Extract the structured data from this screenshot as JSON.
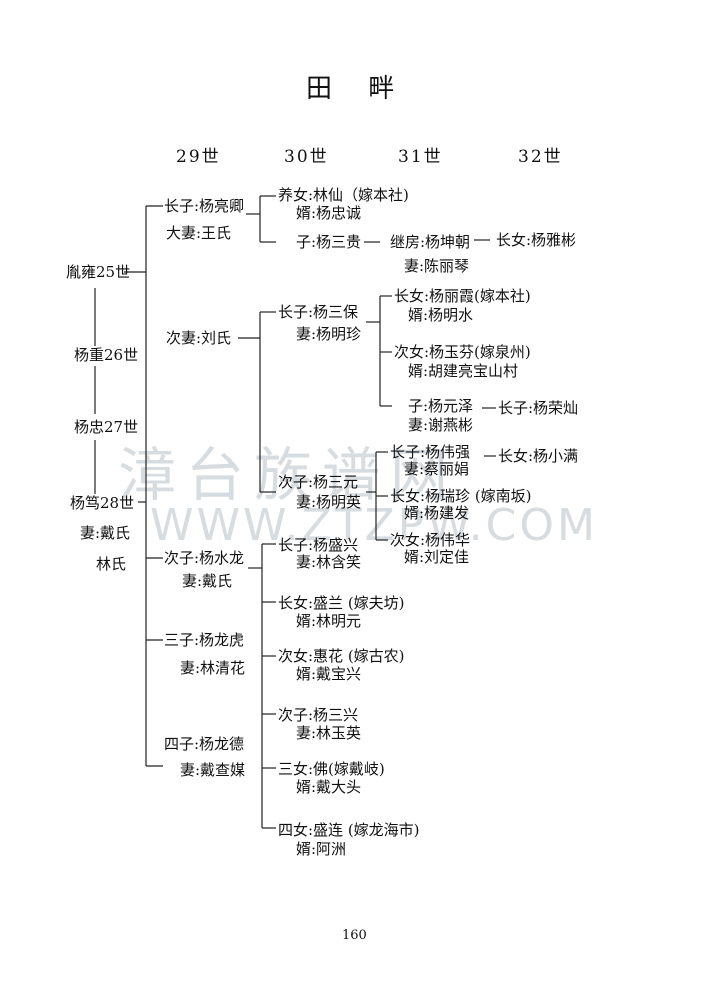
{
  "title": "田 畔",
  "generations": [
    "29世",
    "30世",
    "31世",
    "32世"
  ],
  "watermark": {
    "cn": "漳台族谱网",
    "url": "WWW.ZTZPW.COM"
  },
  "page_number": "160",
  "gen25": "胤雍25世",
  "gen26": "杨重26世",
  "gen27": "杨忠27世",
  "gen28": "杨笃28世",
  "gen28_wife1": "妻:戴氏",
  "gen28_wife2": "林氏",
  "son1": "长子:杨亮卿",
  "son1_wife1": "大妻:王氏",
  "son1_wife2": "次妻:刘氏",
  "son2": "次子:杨水龙",
  "son2_wife": "妻:戴氏",
  "son3": "三子:杨龙虎",
  "son3_wife": "妻:林清花",
  "son4": "四子:杨龙德",
  "son4_wife": "妻:戴查媒",
  "g30": {
    "adopted_daughter": "养女:林仙（嫁本社)",
    "adopted_daughter_husband": "婿:杨忠诚",
    "sangui": "子:杨三贵",
    "sanbao": "长子:杨三保",
    "sanbao_wife": "妻:杨明珍",
    "sanyuan": "次子:杨三元",
    "sanyuan_wife": "妻:杨明英",
    "shengxing": "长子:杨盛兴",
    "shengxing_wife": "妻:林含笑",
    "shenglan": "长女:盛兰 (嫁夫坊)",
    "shenglan_husband": "婿:林明元",
    "huihua": "次女:惠花 (嫁古农)",
    "huihua_husband": "婿:戴宝兴",
    "sanxing": "次子:杨三兴",
    "sanxing_wife": "妻:林玉英",
    "fo": "三女:佛(嫁戴岐)",
    "fo_husband": "婿:戴大头",
    "shenglian": "四女:盛连 (嫁龙海市)",
    "shenglian_husband": "婿:阿洲"
  },
  "g31": {
    "kunchao": "继房:杨坤朝",
    "kunchao_wife": "妻:陈丽琴",
    "lixia": "长女:杨丽霞(嫁本社)",
    "lixia_husband": "婿:杨明水",
    "yufen": "次女:杨玉芬(嫁泉州)",
    "yufen_husband": "婿:胡建亮宝山村",
    "yuanze": "子:杨元泽",
    "yuanze_wife": "妻:谢燕彬",
    "weiqiang": "长子:杨伟强",
    "weiqiang_wife": "妻:蔡丽娟",
    "ruizhen": "长女:杨瑞珍 (嫁南坂)",
    "ruizhen_husband": "婿:杨建发",
    "weihua": "次女:杨伟华",
    "weihua_husband": "婿:刘定佳"
  },
  "g32": {
    "yabin": "长女:杨雅彬",
    "rongcan": "长子:杨荣灿",
    "xiaoman": "长女:杨小满"
  }
}
